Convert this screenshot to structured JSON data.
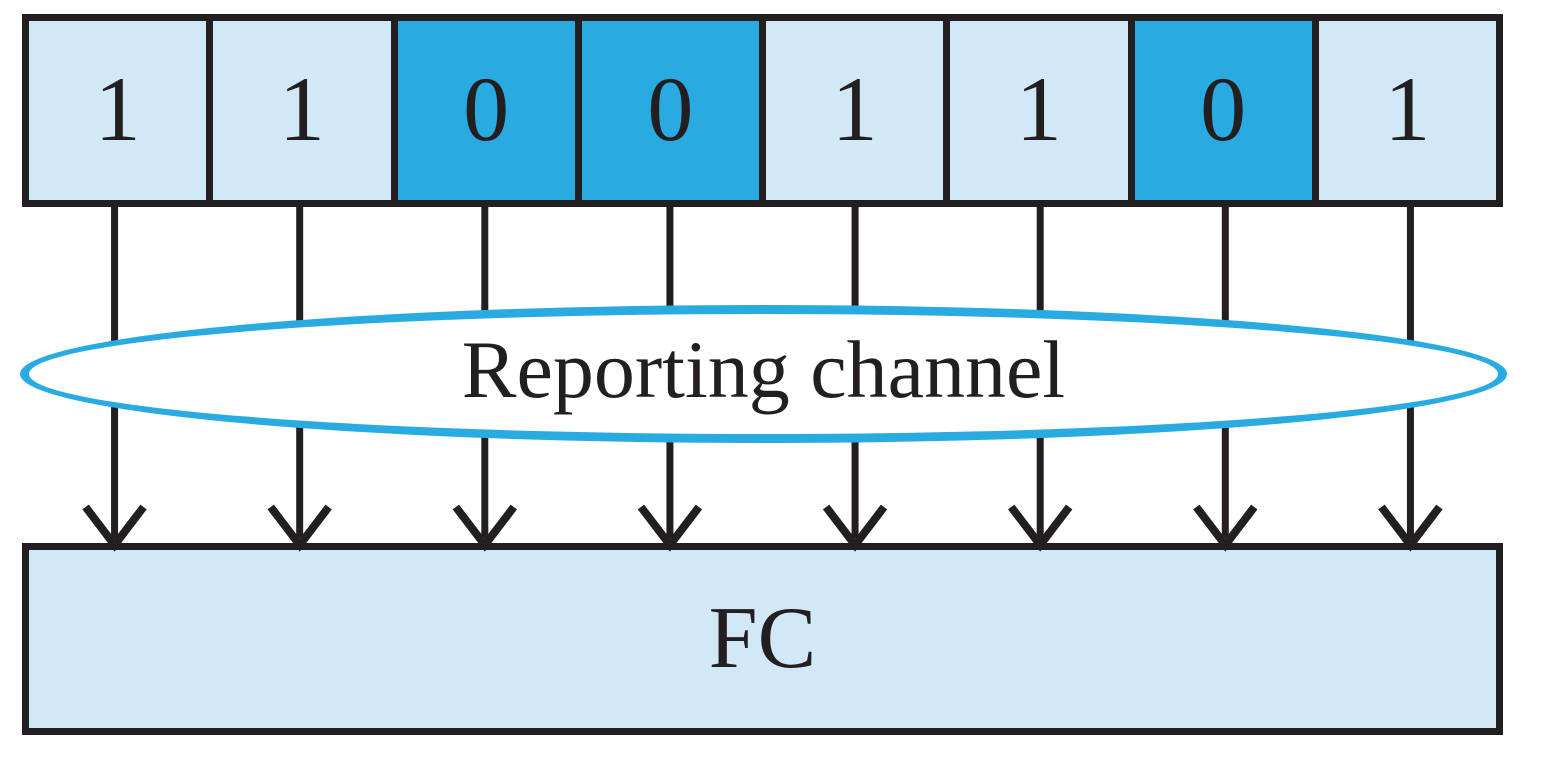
{
  "diagram": {
    "colors": {
      "background": "#FFFFFF",
      "outline": "#231F20",
      "bit_one_fill": "#D1E9F7",
      "bit_zero_fill": "#29ABE2",
      "ellipse_stroke": "#29ABE2",
      "ellipse_fill": "#FFFFFF",
      "fc_fill": "#D1E9F7"
    },
    "bits": {
      "values": [
        "1",
        "1",
        "0",
        "0",
        "1",
        "1",
        "0",
        "1"
      ],
      "zero_value": "0"
    },
    "arrows": {
      "count": 8,
      "direction": "down"
    },
    "ellipse": {
      "label": "Reporting channel"
    },
    "fc": {
      "label": "FC"
    }
  }
}
